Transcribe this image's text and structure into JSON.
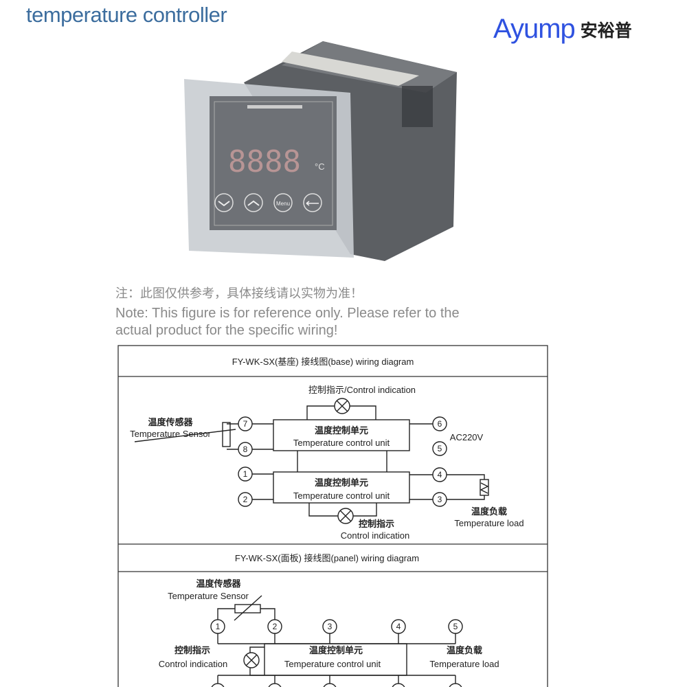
{
  "header": {
    "title": "temperature controller",
    "logo_en": "Ayump",
    "logo_cn": "安裕普"
  },
  "device": {
    "display_unit": "°C",
    "buttons": [
      "down",
      "up",
      "Menu",
      "enter"
    ]
  },
  "notes": {
    "cn": "注：此图仅供参考，具体接线请以实物为准！",
    "en_line1": "Note: This figure is for reference only. Please refer to the",
    "en_line2": "actual product for the specific wiring!"
  },
  "base_diagram": {
    "title": "FY-WK-SX(基座) 接线图(base) wiring diagram",
    "top_indicator": "控制指示/Control indication",
    "sensor_cn": "温度传感器",
    "sensor_en": "Temperature Sensor",
    "unit_cn": "温度控制单元",
    "unit_en": "Temperature control unit",
    "power": "AC220V",
    "load_cn": "温度负载",
    "load_en": "Temperature load",
    "bottom_indicator_cn": "控制指示",
    "bottom_indicator_en": "Control indication",
    "terminals": [
      "7",
      "8",
      "6",
      "5",
      "1",
      "2",
      "4",
      "3"
    ]
  },
  "panel_diagram": {
    "title": "FY-WK-SX(面板) 接线图(panel) wiring diagram",
    "sensor_cn": "温度传感器",
    "sensor_en": "Temperature Sensor",
    "indicator_cn": "控制指示",
    "indicator_en": "Control indication",
    "unit_cn": "温度控制单元",
    "unit_en": "Temperature control unit",
    "load_cn": "温度负载",
    "load_en": "Temperature load",
    "terminals": [
      "1",
      "2",
      "3",
      "4",
      "5"
    ]
  }
}
